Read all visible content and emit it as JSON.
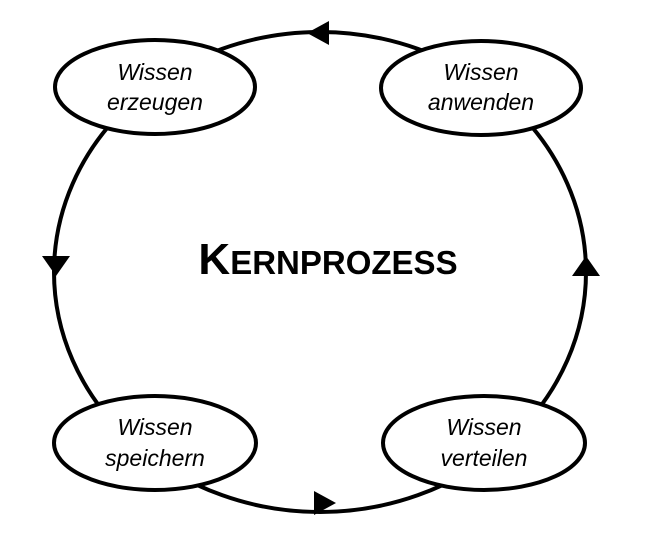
{
  "diagram": {
    "center_title": {
      "initial": "K",
      "rest": "ERNPROZESS"
    },
    "nodes": {
      "create": {
        "line1": "Wissen",
        "line2": "erzeugen"
      },
      "apply": {
        "line1": "Wissen",
        "line2": "anwenden"
      },
      "store": {
        "line1": "Wissen",
        "line2": "speichern"
      },
      "distribute": {
        "line1": "Wissen",
        "line2": "verteilen"
      }
    },
    "colors": {
      "stroke": "#000000",
      "fill": "#ffffff",
      "background": "#ffffff"
    }
  }
}
